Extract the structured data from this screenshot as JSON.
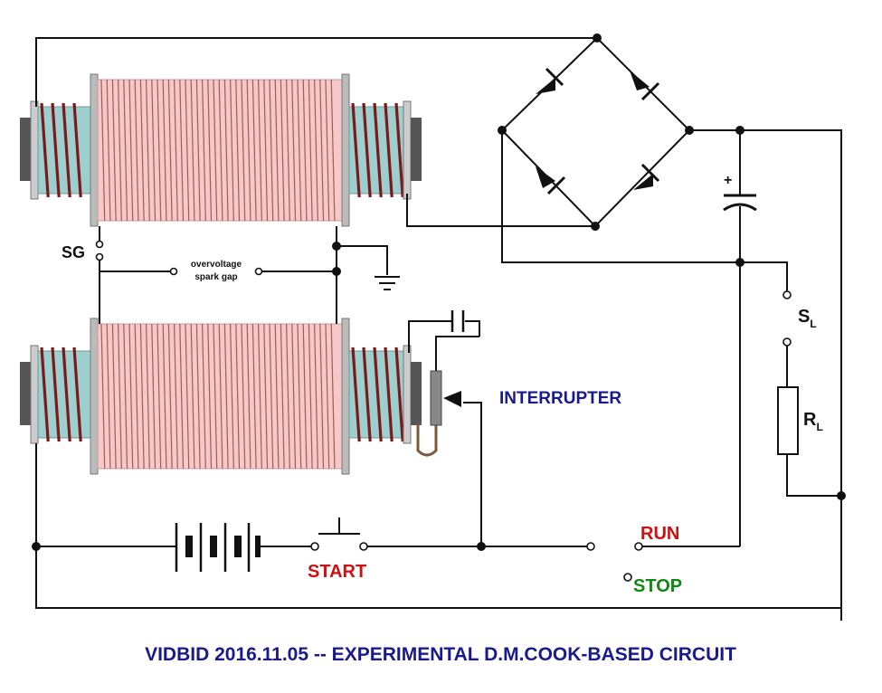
{
  "labels": {
    "sg": "SG",
    "spark_gap_line1": "overvoltage",
    "spark_gap_line2": "spark gap",
    "interrupter": "INTERRUPTER",
    "start": "START",
    "run": "RUN",
    "stop": "STOP",
    "capacitor_plus": "+",
    "sl_main": "S",
    "sl_sub": "L",
    "rl_main": "R",
    "rl_sub": "L",
    "title": "VIDBID 2016.11.05 -- EXPERIMENTAL D.M.COOK-BASED CIRCUIT"
  },
  "colors": {
    "title": "#1a1a8c",
    "interrupter": "#1a1a8c",
    "start": "#cc1111",
    "run": "#cc1111",
    "stop": "#118811",
    "coil_primary": "#f6c8c8",
    "coil_secondary": "#9ecfcf",
    "winding": "#7a1a1a",
    "core_end": "#555555"
  }
}
